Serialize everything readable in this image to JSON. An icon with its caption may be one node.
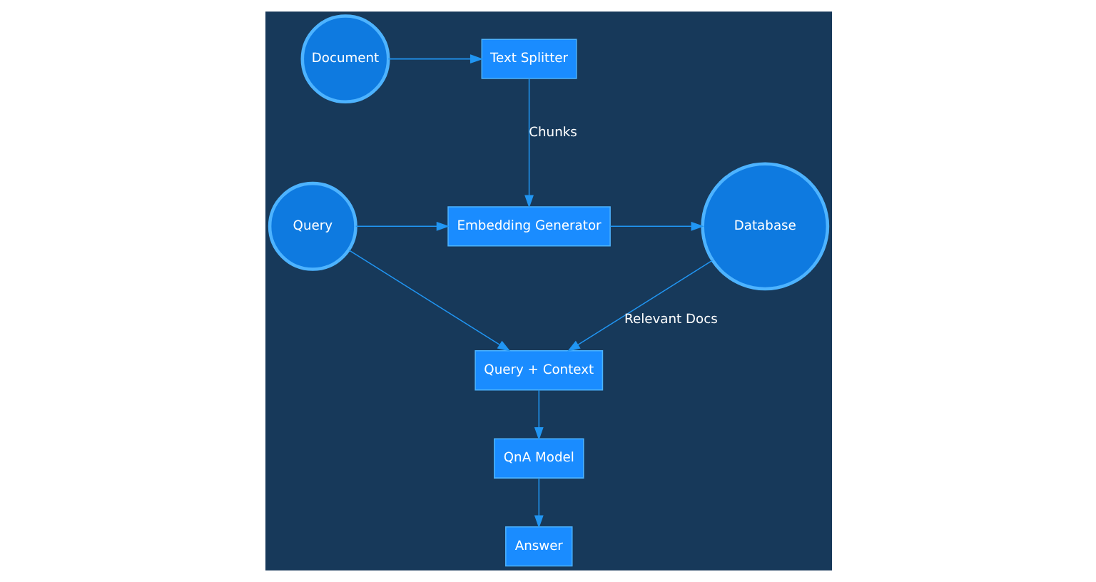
{
  "diagram": {
    "nodes": [
      {
        "text": [
          "Document"
        ]
      },
      {
        "text": [
          "Query"
        ]
      },
      {
        "text": [
          "Text Splitter"
        ]
      },
      {
        "text": [
          "Embedding Generator"
        ]
      },
      {
        "text": [
          "Database"
        ]
      },
      {
        "text": [
          "Query + Context"
        ]
      },
      {
        "text": [
          "QnA Model"
        ]
      },
      {
        "text": [
          "Answer"
        ]
      }
    ],
    "edges": [
      {
        "from": 0,
        "to": 2,
        "arrow": "to"
      },
      {
        "from": 2,
        "to": 3,
        "arrow": "to",
        "label": "Chunks"
      },
      {
        "from": 1,
        "to": 3,
        "arrow": "to"
      },
      {
        "from": 3,
        "to": 4,
        "arrow": "to"
      },
      {
        "from": 1,
        "to": 5,
        "arrow": "to"
      },
      {
        "from": 4,
        "to": 5,
        "arrow": "to",
        "label": "Relevant Docs"
      },
      {
        "from": 5,
        "to": 6,
        "arrow": "to"
      },
      {
        "from": 6,
        "to": 7,
        "arrow": "to"
      }
    ]
  }
}
